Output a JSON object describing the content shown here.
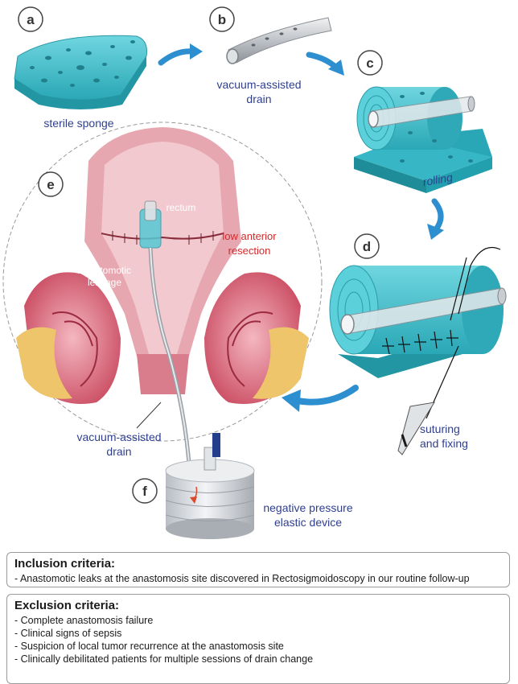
{
  "steps": {
    "a": {
      "letter": "a",
      "caption": "sterile sponge"
    },
    "b": {
      "letter": "b",
      "caption_line1": "vacuum-assisted",
      "caption_line2": "drain"
    },
    "c": {
      "letter": "c",
      "caption": "rolling"
    },
    "d": {
      "letter": "d",
      "caption_line1": "suturing",
      "caption_line2": "and fixing"
    },
    "e": {
      "letter": "e",
      "rectum": "rectum",
      "leak_line1": "Anastomotic",
      "leak_line2": "leakage",
      "lar_line1": "low anterior",
      "lar_line2": "resection",
      "drain_line1": "vacuum-assisted",
      "drain_line2": "drain"
    },
    "f": {
      "letter": "f",
      "caption_line1": "negative pressure",
      "caption_line2": "elastic device"
    }
  },
  "colors": {
    "sponge": "#45c4d0",
    "caption_blue": "#2f3f8f",
    "arrow": "#2e8fd0",
    "red_label": "#d22a2a"
  },
  "inclusion": {
    "title": "Inclusion criteria:",
    "items": [
      "- Anastomotic leaks at the anastomosis site discovered in Rectosigmoidoscopy in our routine follow-up"
    ]
  },
  "exclusion": {
    "title": "Exclusion criteria:",
    "items": [
      "- Complete anastomosis failure",
      "- Clinical signs of sepsis",
      "- Suspicion of local tumor recurrence at the anastomosis site",
      "- Clinically debilitated patients for multiple sessions of drain change"
    ]
  }
}
